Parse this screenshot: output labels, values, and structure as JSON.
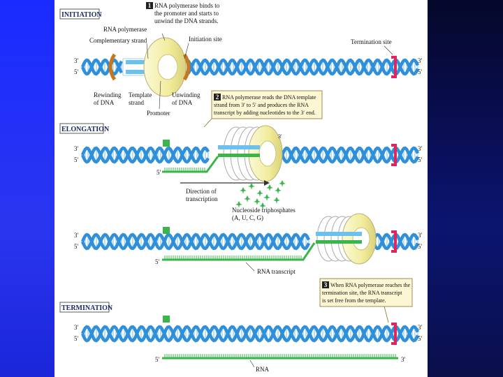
{
  "sections": {
    "initiation": "INITIATION",
    "elongation": "ELONGATION",
    "termination": "TERMINATION"
  },
  "strand_ends": {
    "three_prime": "3′",
    "five_prime": "5′"
  },
  "labels": {
    "rna_polymerase": "RNA polymerase",
    "complementary_strand": "Complementary strand",
    "initiation_site": "Initiation site",
    "termination_site": "Termination site",
    "rewinding": [
      "Rewinding",
      "of DNA"
    ],
    "template_strand": [
      "Template",
      "strand"
    ],
    "unwinding": [
      "Unwinding",
      "of DNA"
    ],
    "promoter": "Promoter",
    "direction": [
      "Direction of",
      "transcription"
    ],
    "nucleoside": [
      "Nucleoside triphosphates",
      "(A, U, C, G)"
    ],
    "rna_transcript": "RNA transcript",
    "rna": "RNA"
  },
  "steps": [
    {
      "num": "1",
      "lines": [
        "RNA polymerase binds to",
        "the promoter and starts to",
        "unwind the DNA strands."
      ]
    },
    {
      "num": "2",
      "lines": [
        "RNA polymerase reads the DNA template",
        "strand from 3′ to 5′ and produces the RNA",
        "transcript by adding nucleotides to the 3′ end."
      ]
    },
    {
      "num": "3",
      "lines": [
        "When RNA polymerase reaches the",
        "termination site, the RNA transcript",
        "is set free from the template."
      ]
    }
  ],
  "colors": {
    "dna_blue": "#2f8fd8",
    "dna_light": "#9fd3f3",
    "rna_green": "#39b54a",
    "polymerase": "#f3f0a8",
    "termination_red": "#e0245e",
    "callout_bg": "#fdf6d2"
  }
}
